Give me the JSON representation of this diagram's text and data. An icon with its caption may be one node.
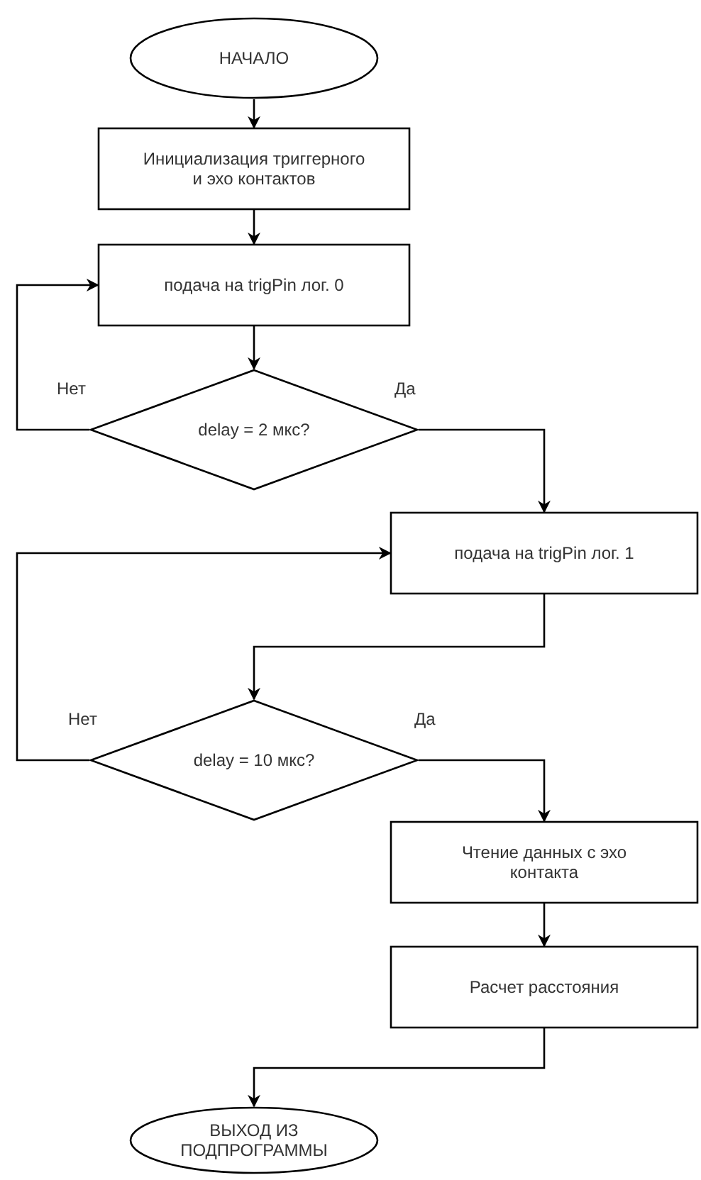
{
  "diagram": {
    "nodes": [
      {
        "text": [
          "НАЧАЛО"
        ]
      },
      {
        "text": [
          "Инициализация триггерного и эхо контактов"
        ]
      },
      {
        "text": [
          "подача на trigPin лог. 0"
        ]
      },
      {
        "text": [
          "delay = 2 мкс?"
        ]
      },
      {
        "text": [
          "подача на trigPin лог. 1"
        ]
      },
      {
        "text": [
          "delay = 10 мкс?"
        ]
      },
      {
        "text": [
          "Чтение данных с эхо контакта"
        ]
      },
      {
        "text": [
          "Расчет расстояния"
        ]
      },
      {
        "text": [
          "ВЫХОД ИЗ ПОДПРОГРАММЫ"
        ]
      }
    ],
    "edges": [
      {
        "from": 0,
        "to": 1,
        "arrow": "to"
      },
      {
        "from": 1,
        "to": 2,
        "arrow": "to"
      },
      {
        "from": 2,
        "to": 3,
        "arrow": "to"
      },
      {
        "from": 3,
        "to": 2,
        "arrow": "to",
        "label": "Нет"
      },
      {
        "from": 3,
        "to": 4,
        "arrow": "to",
        "label": "Да"
      },
      {
        "from": 4,
        "to": 5,
        "arrow": "to"
      },
      {
        "from": 5,
        "to": 4,
        "arrow": "to",
        "label": "Нет"
      },
      {
        "from": 5,
        "to": 6,
        "arrow": "to",
        "label": "Да"
      },
      {
        "from": 6,
        "to": 7,
        "arrow": "to"
      },
      {
        "from": 7,
        "to": 8,
        "arrow": "to"
      }
    ]
  }
}
